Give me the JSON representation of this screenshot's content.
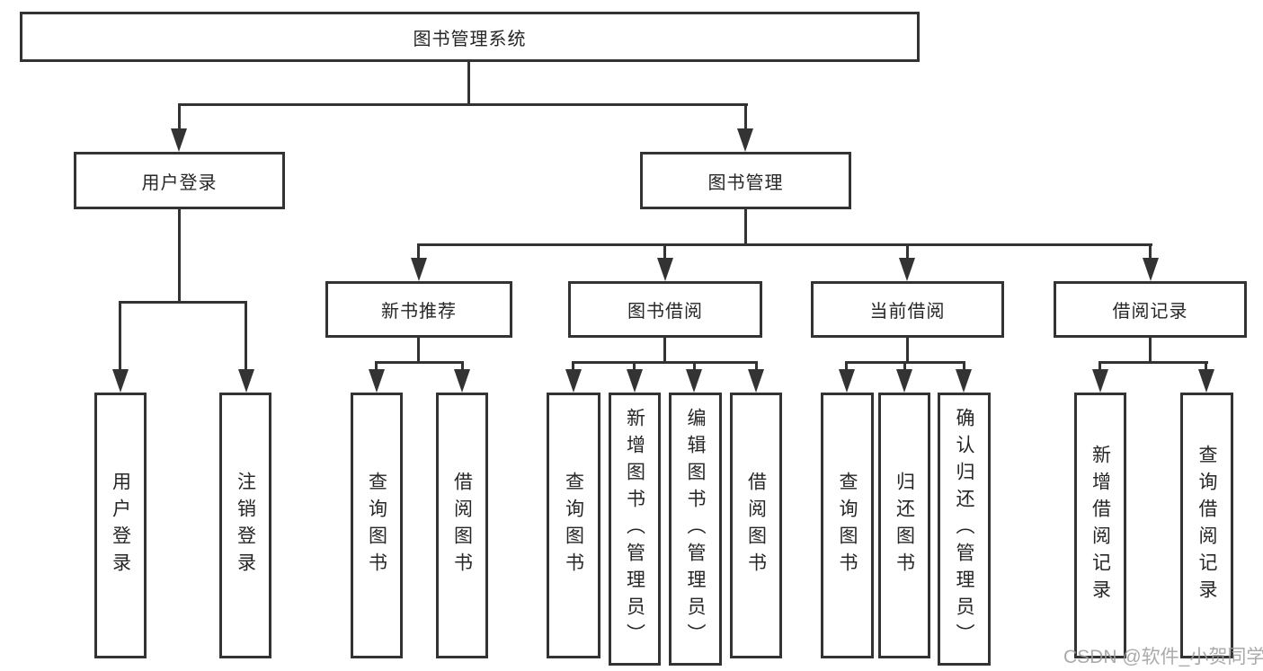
{
  "colors": {
    "line": "#333333",
    "box_border": "#333333",
    "box_fill": "#ffffff",
    "text": "#262626",
    "watermark": "#9e9e9e"
  },
  "watermark": {
    "text": "CSDN @软件_小贺同学"
  },
  "tree": {
    "root": "图书管理系统",
    "branches": [
      {
        "label": "用户登录",
        "leaves": [
          "用户登录",
          "注销登录"
        ]
      },
      {
        "label": "图书管理",
        "groups": [
          {
            "label": "新书推荐",
            "leaves": [
              "查询图书",
              "借阅图书"
            ]
          },
          {
            "label": "图书借阅",
            "leaves": [
              "查询图书",
              "新增图书（管理员）",
              "编辑图书（管理员）",
              "借阅图书"
            ]
          },
          {
            "label": "当前借阅",
            "leaves": [
              "查询图书",
              "归还图书",
              "确认归还（管理员）"
            ]
          },
          {
            "label": "借阅记录",
            "leaves": [
              "新增借阅记录",
              "查询借阅记录"
            ]
          }
        ]
      }
    ]
  }
}
